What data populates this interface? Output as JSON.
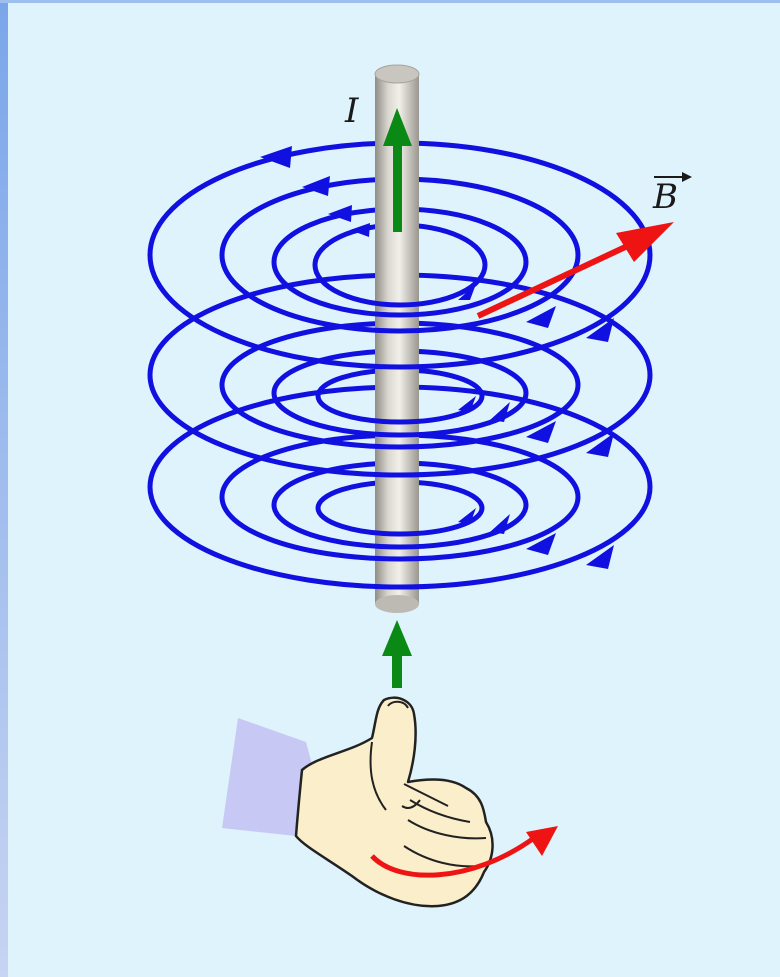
{
  "labels": {
    "current": "I",
    "field": "B"
  },
  "colors": {
    "background": "#dff3fd",
    "frame_left": "#8fb4ea",
    "field_lines": "#1010e0",
    "current_arrow": "#0a8a14",
    "field_vector": "#ee1414",
    "sleeve": "#c8c8f4",
    "skin": "#fbefcb",
    "wire": "#bdbab3"
  },
  "icons": [
    "wire",
    "field-line-loops",
    "current-arrow",
    "field-vector-arrow",
    "right-hand-thumbs-up",
    "curl-arrow"
  ]
}
